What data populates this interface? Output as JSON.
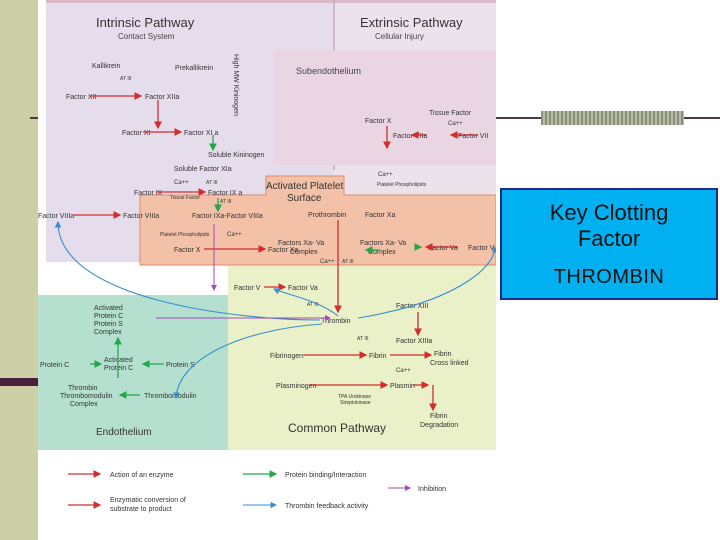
{
  "slide": {
    "key_box": {
      "title_line1": "Key Clotting",
      "title_line2": "Factor",
      "value": "THROMBIN"
    }
  },
  "colors": {
    "intrinsic": "#e5dcec",
    "extrinsic": "#ece2ec",
    "subendothelium": "#ead6e2",
    "platelet": "#f2c1a8",
    "common": "#eaf1c8",
    "endothelium": "#b5e0d0",
    "enzyme": "#d22d2d",
    "binding": "#22a84a",
    "inhibition": "#a04abf",
    "feedback": "#3a8ecf",
    "key_box": "#00b0f0"
  },
  "diagram": {
    "regions": {
      "intrinsic_title": "Intrinsic Pathway",
      "intrinsic_sub": "Contact System",
      "extrinsic_title": "Extrinsic Pathway",
      "extrinsic_sub": "Cellular Injury",
      "subendothelium": "Subendothelium",
      "platelet_1": "Activated Platelet",
      "platelet_2": "Surface",
      "endothelium": "Endothelium",
      "common": "Common Pathway"
    },
    "nodes": {
      "kallikrein": "Kallikrein",
      "prekallikrein": "Prekallikrein",
      "hmwk": "High MW Kininogen",
      "factor_xii": "Factor XII",
      "factor_xiia": "Factor XIIa",
      "factor_xi": "Factor XI",
      "factor_xia": "Factor XI a",
      "soluble_kininogen": "Soluble Kininogen",
      "soluble_xia": "Soluble Factor XIa",
      "factor_ix": "Factor IX",
      "factor_ixa": "Factor IX a",
      "tissue_factor_small": "Tissue Factor",
      "factor_viiia_left": "Factor VIIIa",
      "factor_viiia": "Factor VIIIa",
      "ixa_viiia": "Factor IXa-Factor VIIIa",
      "platelet_phos": "Platelet Phospholipids",
      "platelet_phos_2": "Platelet Phospholipids",
      "factor_x_left": "Factor X",
      "factor_xa_left": "Factor Xa",
      "tissue_factor": "Tissue Factor",
      "factor_x_ext": "Factor X",
      "factor_viia": "Factor VIIa",
      "factor_vii": "Factor VII",
      "prothrombin": "Prothrombin",
      "factor_xa_top": "Factor Xa",
      "xa_va_1": "Factors Xa- Va",
      "xa_va_2": "Complex",
      "xa_va_r1": "Factors Xa- Va",
      "xa_va_r2": "Complex",
      "factor_va_right": "Factor Va",
      "factor_v_right": "Factor V",
      "factor_v": "Factor V",
      "factor_va": "Factor Va",
      "apc_1": "Activated",
      "apc_2": "Protein C",
      "apc_3": "Protein S",
      "apc_4": "Complex",
      "thrombin": "Thrombin",
      "factor_xiii": "Factor XIII",
      "factor_xiiia": "Factor XIIIa",
      "fibrinogen": "Fibrinogen",
      "fibrin": "Fibrin",
      "fibrin_cl_1": "Fibrin",
      "fibrin_cl_2": "Cross linked",
      "protein_c": "Protein C",
      "act_pc_1": "Activated",
      "act_pc_2": "Protein C",
      "protein_s": "Protein S",
      "ttc_1": "Thrombin",
      "ttc_2": "Thrombomodulin",
      "ttc_3": "Complex",
      "thrombomodulin": "Thrombomodulin",
      "plasminogen": "Plasminogen",
      "plasmin": "Plasmin",
      "tpa_1": "TPA Urokinase",
      "tpa_2": "Streptokinase",
      "fdp_1": "Fibrin",
      "fdp_2": "Degradation",
      "at3": "AT III",
      "ca": "Ca++"
    },
    "legend": {
      "enzyme": "Action of an enzyme",
      "conversion_1": "Enzymatic conversion of",
      "conversion_2": "substrate to product",
      "binding": "Protein binding/Interaction",
      "inhibition": "Inhibition",
      "feedback": "Thrombin feedback activity"
    }
  }
}
